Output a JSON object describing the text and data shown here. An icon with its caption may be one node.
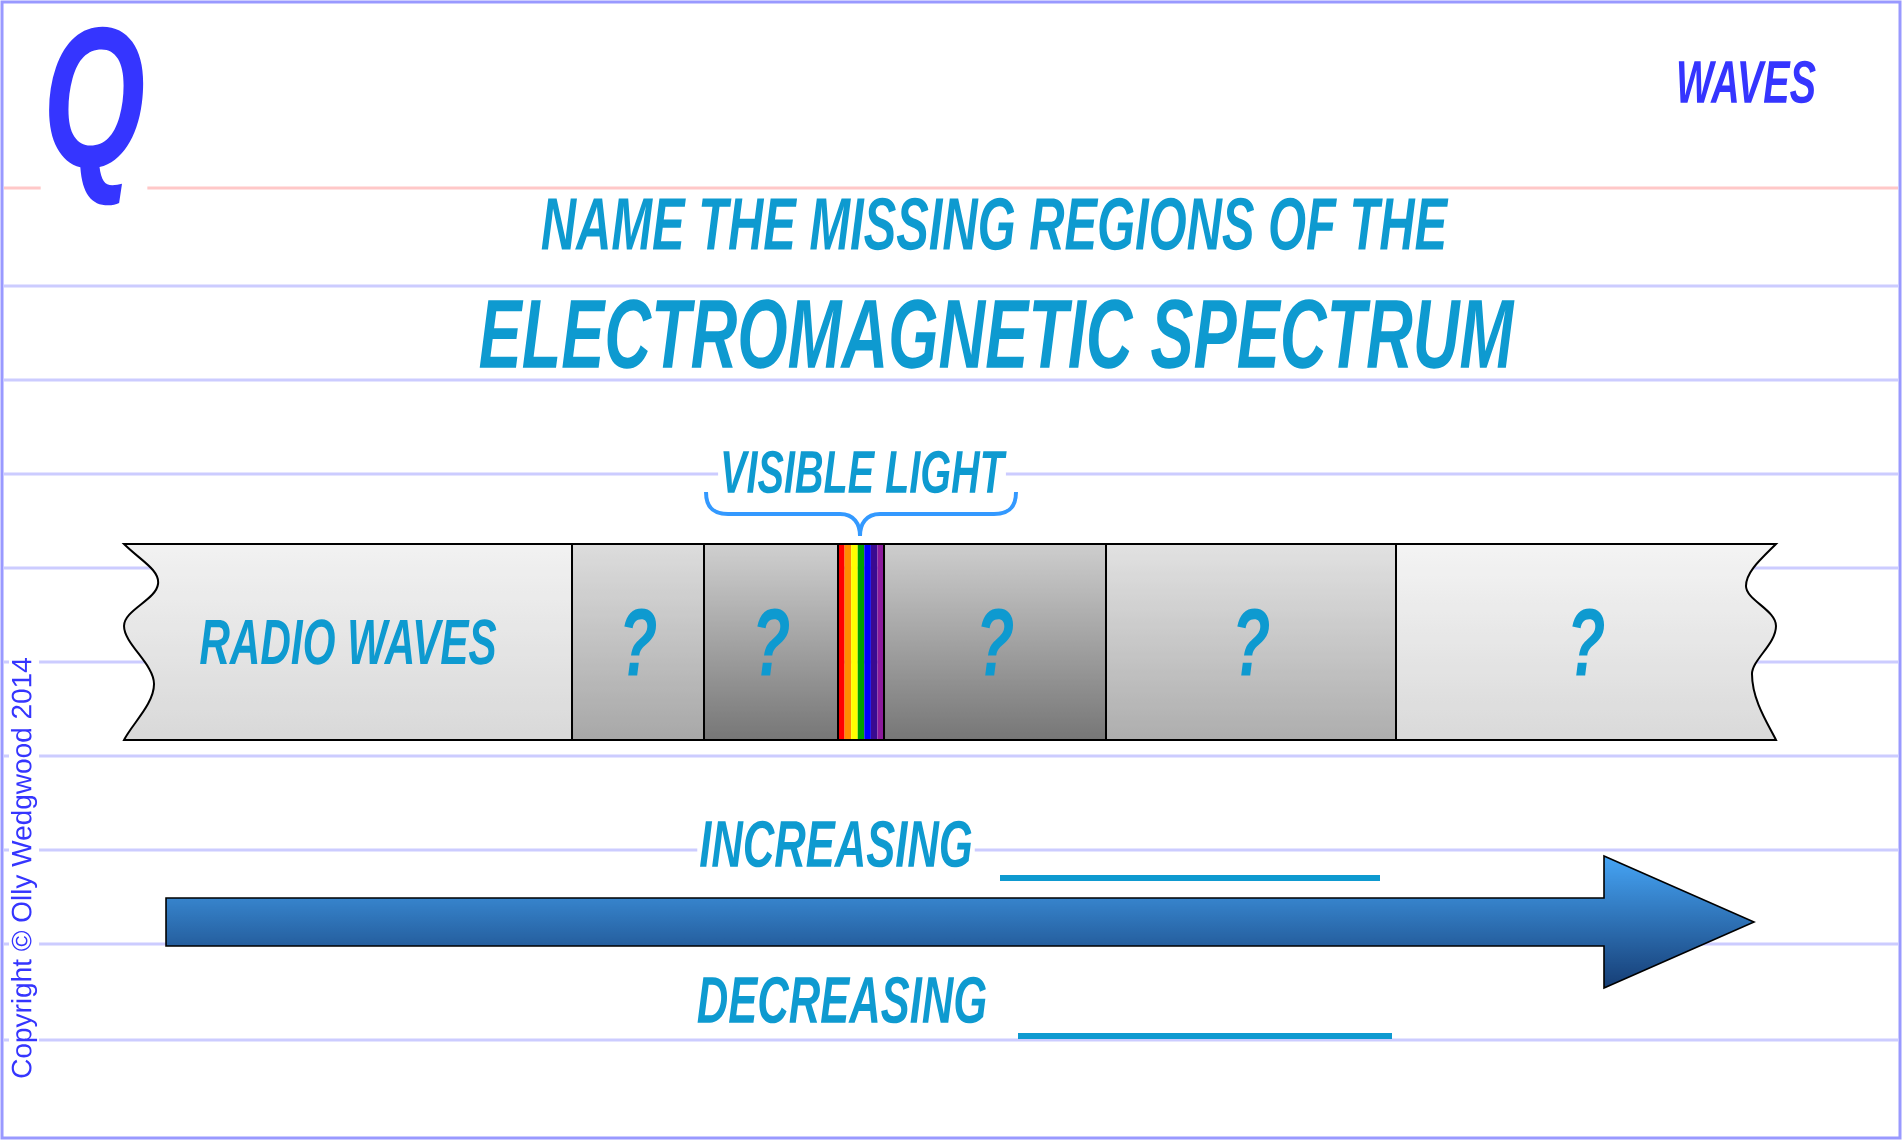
{
  "diagram": {
    "nodes": [
      {
        "text": [
          "RADIO WAVES"
        ]
      },
      {
        "text": [
          "?"
        ]
      },
      {
        "text": [
          "?"
        ]
      },
      {
        "text": [
          "?"
        ]
      },
      {
        "text": [
          "?"
        ]
      },
      {
        "text": [
          "?"
        ]
      }
    ],
    "labels": [
      "Q",
      "WAVES",
      "NAME THE MISSING REGIONS OF THE",
      "ELECTROMAGNETIC SPECTRUM",
      "VISIBLE LIGHT",
      "INCREASING",
      "DECREASING",
      "Copyright © Olly Wedgwood 2014"
    ]
  }
}
